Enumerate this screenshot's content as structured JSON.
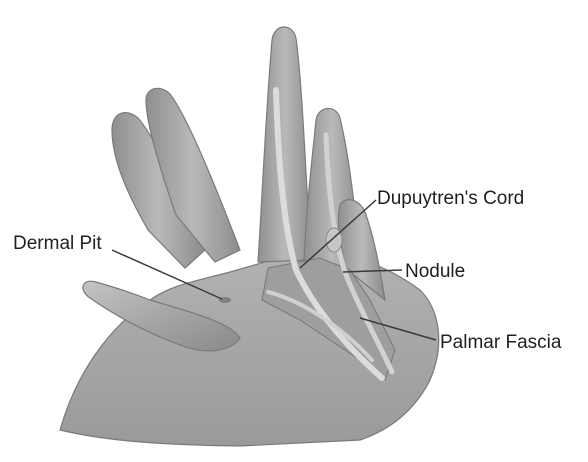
{
  "labels": {
    "dermal_pit": "Dermal Pit",
    "dupuytrens_cord": "Dupuytren's Cord",
    "nodule": "Nodule",
    "palmar_fascia": "Palmar Fascia"
  },
  "colors": {
    "background": "#ffffff",
    "skin": "#a9a9a9",
    "cord": "#d6d6d6",
    "leader": "#3a3a3a",
    "text": "#1f1f1f"
  }
}
